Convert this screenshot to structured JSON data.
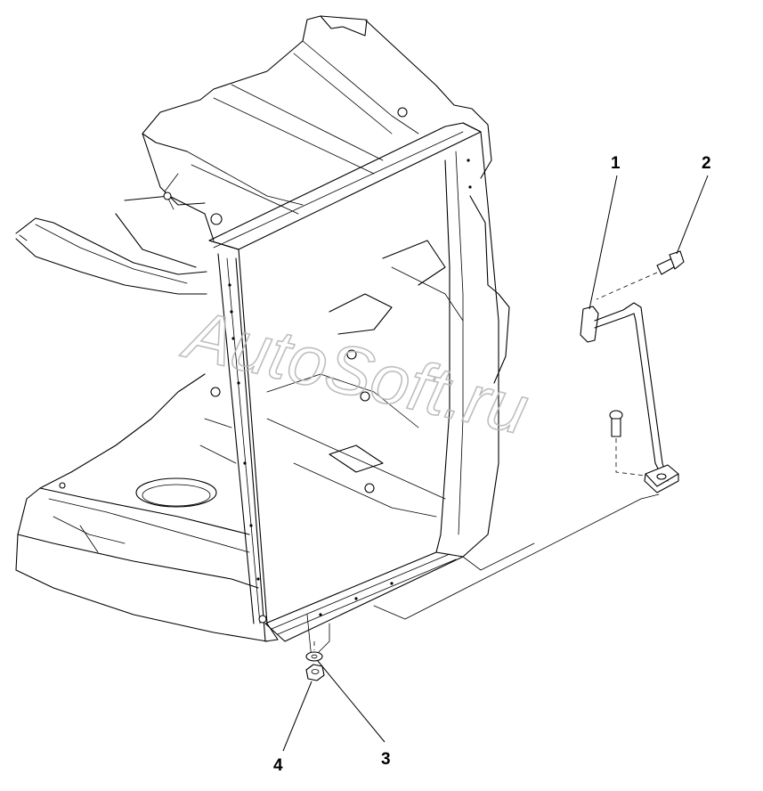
{
  "callouts": [
    {
      "id": "1",
      "label": "1"
    },
    {
      "id": "2",
      "label": "2"
    },
    {
      "id": "3",
      "label": "3"
    },
    {
      "id": "4",
      "label": "4"
    }
  ],
  "watermark": "AutoSoft.ru",
  "colors": {
    "line": "#000000",
    "watermark": "#b8b8b8",
    "background": "#ffffff"
  }
}
